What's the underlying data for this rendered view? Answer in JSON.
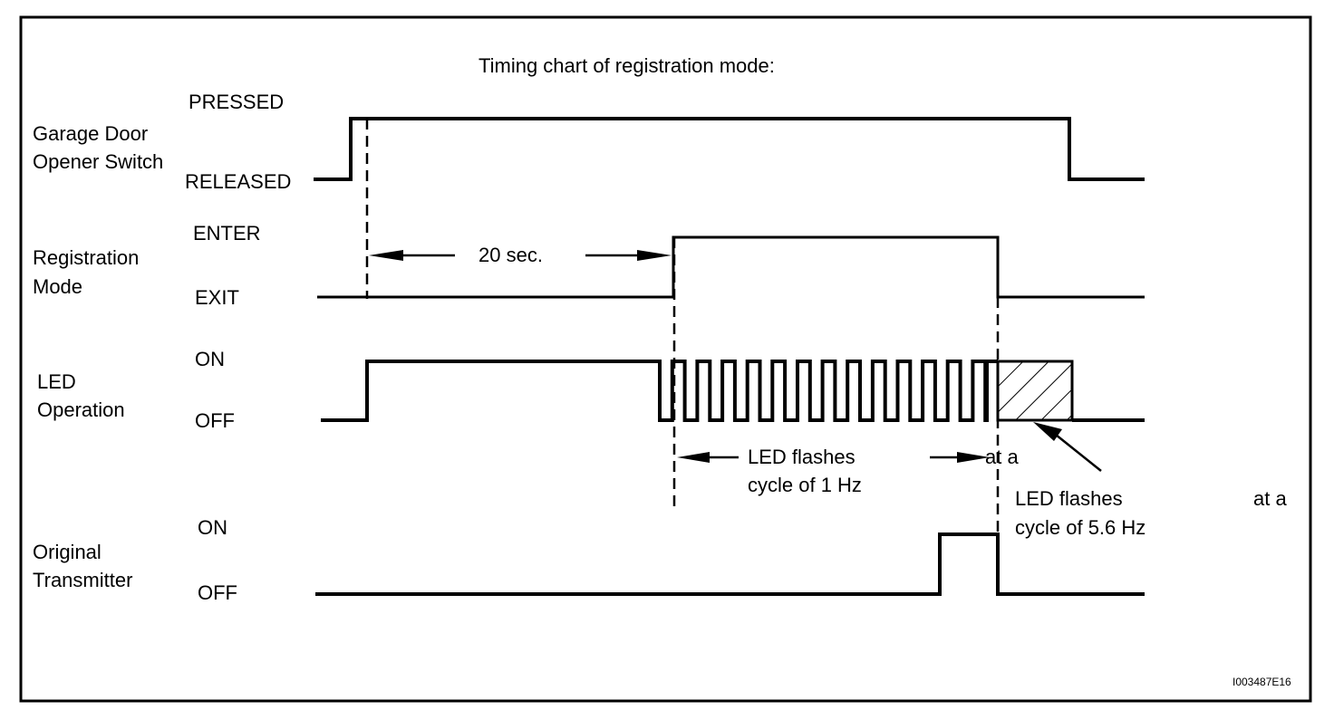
{
  "title": "Timing chart of registration mode:",
  "figure_id": "I003487E16",
  "signals": [
    {
      "name_lines": [
        "Garage Door",
        "Opener Switch"
      ],
      "high_label": "PRESSED",
      "low_label": "RELEASED"
    },
    {
      "name_lines": [
        "Registration",
        "Mode"
      ],
      "high_label": "ENTER",
      "low_label": "EXIT"
    },
    {
      "name_lines": [
        "LED",
        "Operation"
      ],
      "high_label": "ON",
      "low_label": "OFF"
    },
    {
      "name_lines": [
        "Original",
        "Transmitter"
      ],
      "high_label": "ON",
      "low_label": "OFF"
    }
  ],
  "annotations": {
    "interval_label": "20 sec.",
    "slow_flash_lines": [
      "LED flashes",
      "cycle of 1 Hz"
    ],
    "slow_flash_suffix": "at a",
    "fast_flash_lines": [
      "LED flashes",
      "cycle of 5.6 Hz"
    ],
    "fast_flash_suffix": "at a"
  },
  "led_pulse_count": 13,
  "colors": {
    "line": "#000000",
    "background": "#ffffff"
  }
}
